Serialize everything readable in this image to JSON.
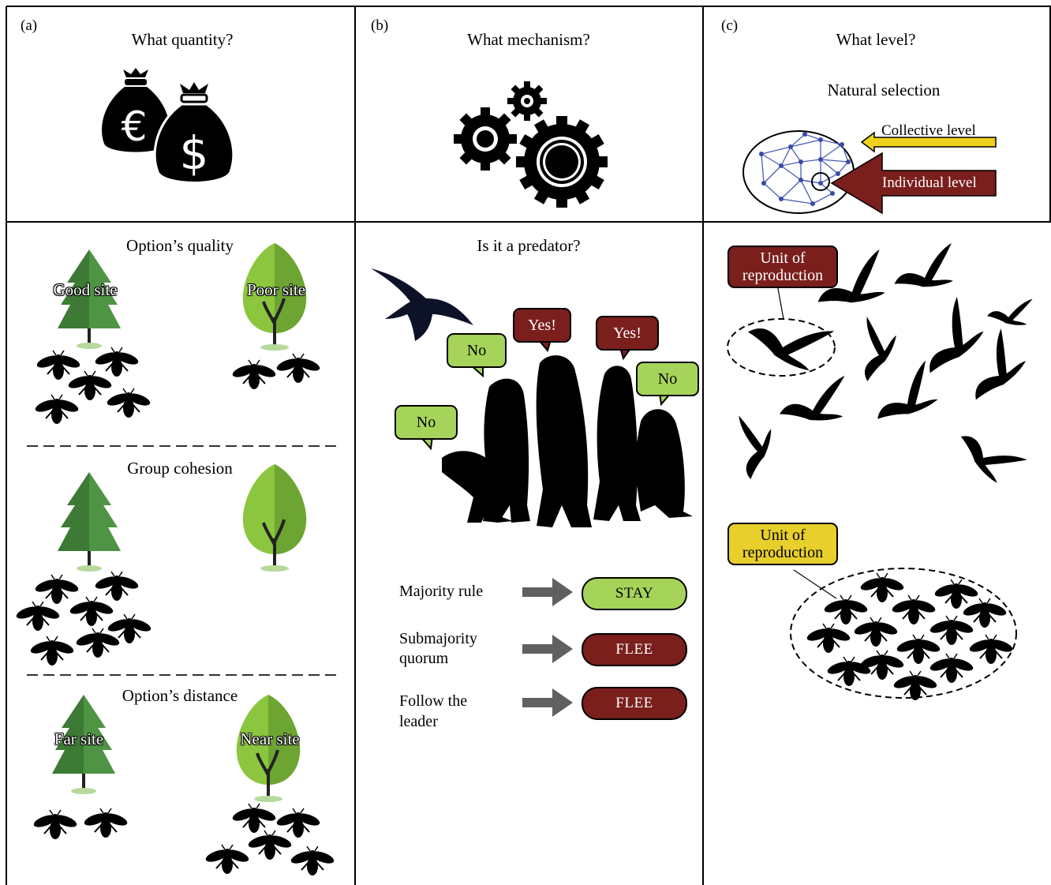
{
  "panel_a": {
    "tag": "(a)",
    "title": "What quantity?",
    "quality": {
      "title": "Option’s quality",
      "good": "Good site",
      "poor": "Poor site"
    },
    "cohesion": {
      "title": "Group cohesion"
    },
    "distance": {
      "title": "Option’s distance",
      "far": "Far site",
      "near": "Near site"
    }
  },
  "panel_b": {
    "tag": "(b)",
    "title": "What mechanism?",
    "question": "Is it a predator?",
    "bubbles": {
      "no1": "No",
      "no2": "No",
      "no3": "No",
      "yes1": "Yes!",
      "yes2": "Yes!"
    },
    "rules": [
      {
        "label": "Majority rule",
        "outcome": "STAY"
      },
      {
        "label": "Submajority\nquorum",
        "outcome": "FLEE"
      },
      {
        "label": "Follow the\nleader",
        "outcome": "FLEE"
      }
    ]
  },
  "panel_c": {
    "tag": "(c)",
    "title": "What level?",
    "natural_selection": "Natural selection",
    "collective_level": "Collective level",
    "individual_level": "Individual level",
    "unit_birds": "Unit of\nreproduction",
    "unit_bees": "Unit of\nreproduction"
  },
  "colors": {
    "green": "#a6d45a",
    "red": "#7a1f1c",
    "yellow": "#e8cf2c",
    "tree_dark": "#3d7a35",
    "tree_light": "#8cc63f"
  }
}
